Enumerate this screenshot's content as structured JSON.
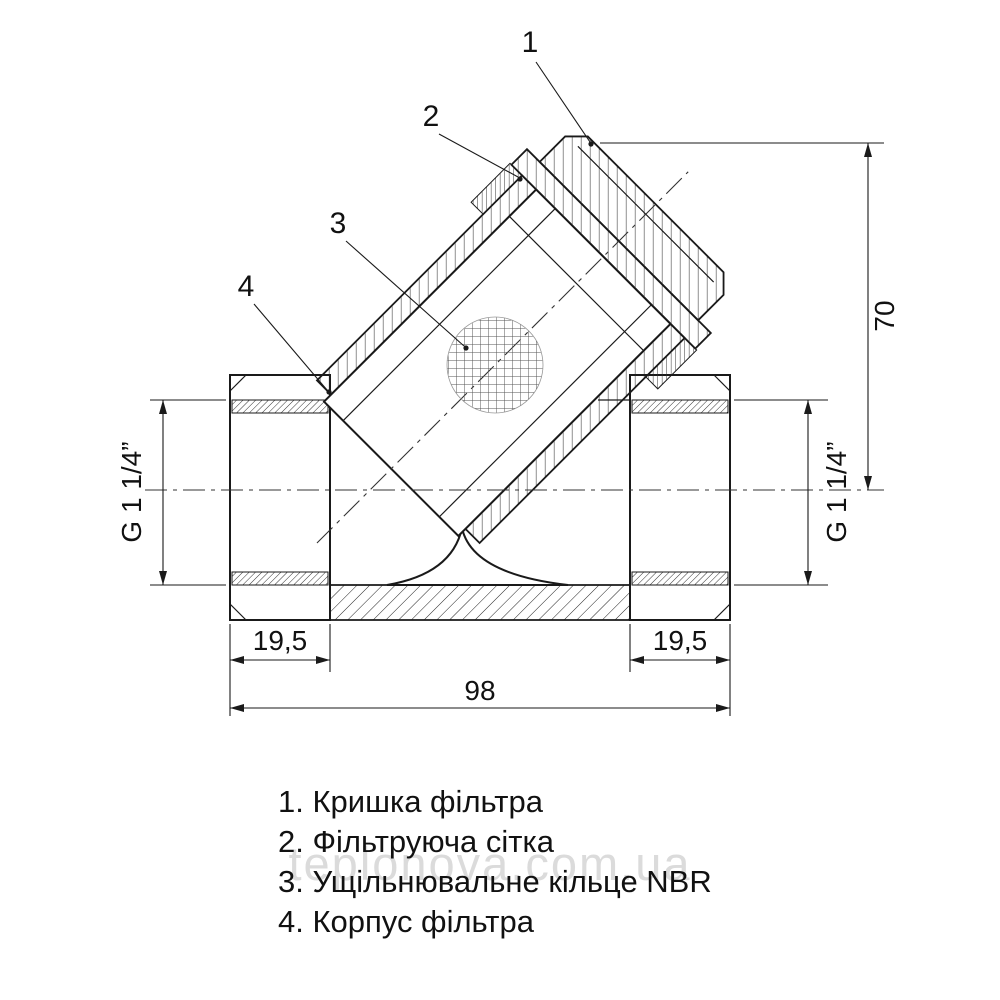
{
  "drawing": {
    "callouts": [
      "1",
      "2",
      "3",
      "4"
    ],
    "dims": {
      "height": "70",
      "overall": "98",
      "left_end": "19,5",
      "right_end": "19,5",
      "thread_left": "G 1 1/4”",
      "thread_right": "G 1 1/4”"
    }
  },
  "legend": {
    "items": [
      "1. Кришка фільтра",
      "2. Фільтруюча сітка",
      "3. Ущільнювальне кільце NBR",
      "4. Корпус фільтра"
    ]
  },
  "watermark": "teplonova.com.ua",
  "colors": {
    "line": "#1a1a1a",
    "watermark": "#c9c9c9"
  }
}
